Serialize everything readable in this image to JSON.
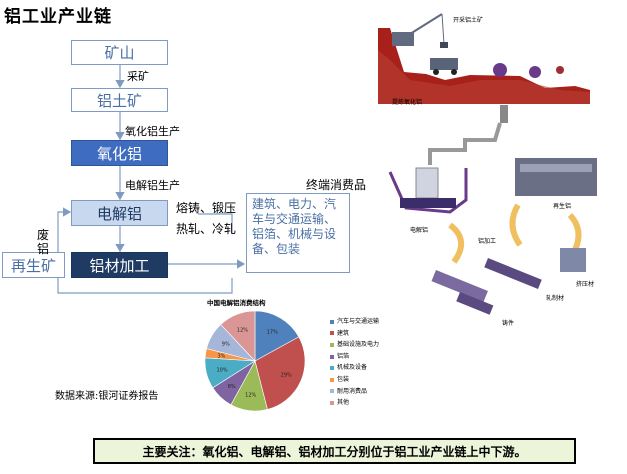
{
  "title": "铝工业产业链",
  "flow": {
    "mine": "矿山",
    "step_mining": "采矿",
    "bauxite": "铝土矿",
    "step_alumina": "氧化铝生产",
    "alumina": "氧化铝",
    "step_electrolytic": "电解铝生产",
    "electrolytic": "电解铝",
    "process_1": "熔铸、锻压",
    "process_2": "热轧、冷轧",
    "fabrication": "铝材加工",
    "scrap_1": "废",
    "scrap_2": "铝",
    "recycled": "再生矿",
    "end_consumer": "终端消费品",
    "consumer_text": "建筑、电力、汽车与交通运输、铝箔、机械与设备、包装"
  },
  "pie": {
    "title": "中国电解铝消费结构",
    "source": "数据来源:银河证券报告",
    "legend": [
      "汽车与交通运输",
      "建筑",
      "基础设施及电力",
      "铝箔",
      "机械及设备",
      "包装",
      "耐用消费品",
      "其他"
    ],
    "chart_data": {
      "type": "pie",
      "title": "中国电解铝消费结构",
      "labels": [
        "汽车与交通运输",
        "建筑",
        "基础设施及电力",
        "铝箔",
        "机械及设备",
        "包装",
        "耐用消费品",
        "其他"
      ],
      "values": [
        17,
        29,
        12,
        8,
        10,
        3,
        9,
        12
      ],
      "colors": [
        "#4f81bd",
        "#c0504d",
        "#9bbb59",
        "#8064a2",
        "#4bacc6",
        "#f79646",
        "#a5b6d8",
        "#d99694"
      ],
      "value_labels": [
        "17%",
        "29%",
        "12%",
        "8%",
        "10%",
        "3%",
        "9%",
        "12%"
      ]
    }
  },
  "illustration": {
    "mine_label": "开采铝土矿",
    "alumina_label": "提炼氧化铝",
    "electrolytic_label": "电解铝",
    "process_label": "铝加工",
    "recycled_label": "再生铝",
    "extrusion_label": "挤压材",
    "rolled_label": "轧制材",
    "casting_label": "铸件"
  },
  "footer": "主要关注：氧化铝、电解铝、铝材加工分别位于铝工业产业链上中下游。"
}
